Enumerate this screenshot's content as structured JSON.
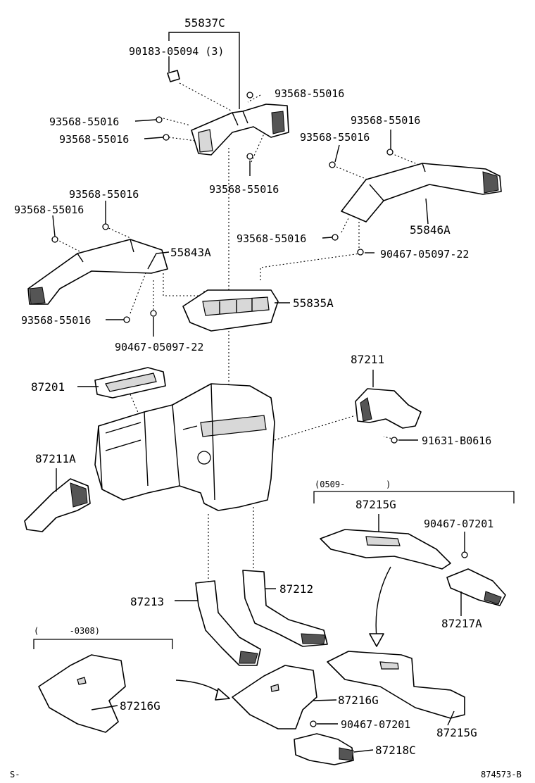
{
  "labels": {
    "p55837C": "55837C",
    "p90183": "90183-05094 (3)",
    "p93568_a": "93568-55016",
    "p93568_b": "93568-55016",
    "p93568_c": "93568-55016",
    "p93568_d": "93568-55016",
    "p93568_e": "93568-55016",
    "p93568_f": "93568-55016",
    "p93568_g": "93568-55016",
    "p93568_h": "93568-55016",
    "p93568_i": "93568-55016",
    "p93568_j": "93568-55016",
    "p55846A": "55846A",
    "p55843A": "55843A",
    "p90467_a": "90467-05097-22",
    "p90467_b": "90467-05097-22",
    "p55835A": "55835A",
    "p87211": "87211",
    "p87201": "87201",
    "p91631": "91631-B0616",
    "p87211A": "87211A",
    "range_a": "(0509-        )",
    "p87215G_a": "87215G",
    "p90467_07201_a": "90467-07201",
    "p87217A": "87217A",
    "p87213": "87213",
    "p87212": "87212",
    "range_b": "(      -0308)",
    "p87216G_a": "87216G",
    "p87216G_b": "87216G",
    "p90467_07201_b": "90467-07201",
    "p87215G_b": "87215G",
    "p87218C": "87218C",
    "corner_left": "S-",
    "corner_right": "874573-B"
  }
}
